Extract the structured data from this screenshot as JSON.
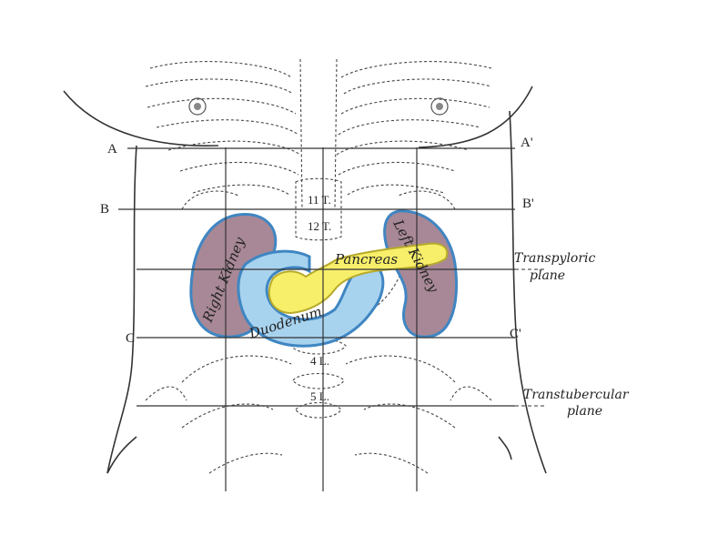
{
  "plane_labels": {
    "a_left": "A",
    "a_right": "A'",
    "b_left": "B",
    "b_right": "B'",
    "c_left": "C",
    "c_right": "C'",
    "transpyloric_1": "Transpyloric",
    "transpyloric_2": "plane",
    "transtubercular_1": "Transtubercular",
    "transtubercular_2": "plane"
  },
  "organs": {
    "right_kidney": "Right Kidney",
    "left_kidney": "Left Kidney",
    "pancreas": "Pancreas",
    "duodenum": "Duodenum"
  },
  "vertebrae": {
    "t11": "11 T.",
    "t12": "12 T.",
    "l4": "4 L.",
    "l5": "5 L."
  },
  "colors": {
    "kidney_fill": "#a88896",
    "kidney_stroke": "#3f86c2",
    "duodenum_fill": "#a8d3ef",
    "duodenum_stroke": "#3f86c2",
    "pancreas_fill": "#f7ef6a",
    "pancreas_stroke": "#b7aa2b"
  }
}
